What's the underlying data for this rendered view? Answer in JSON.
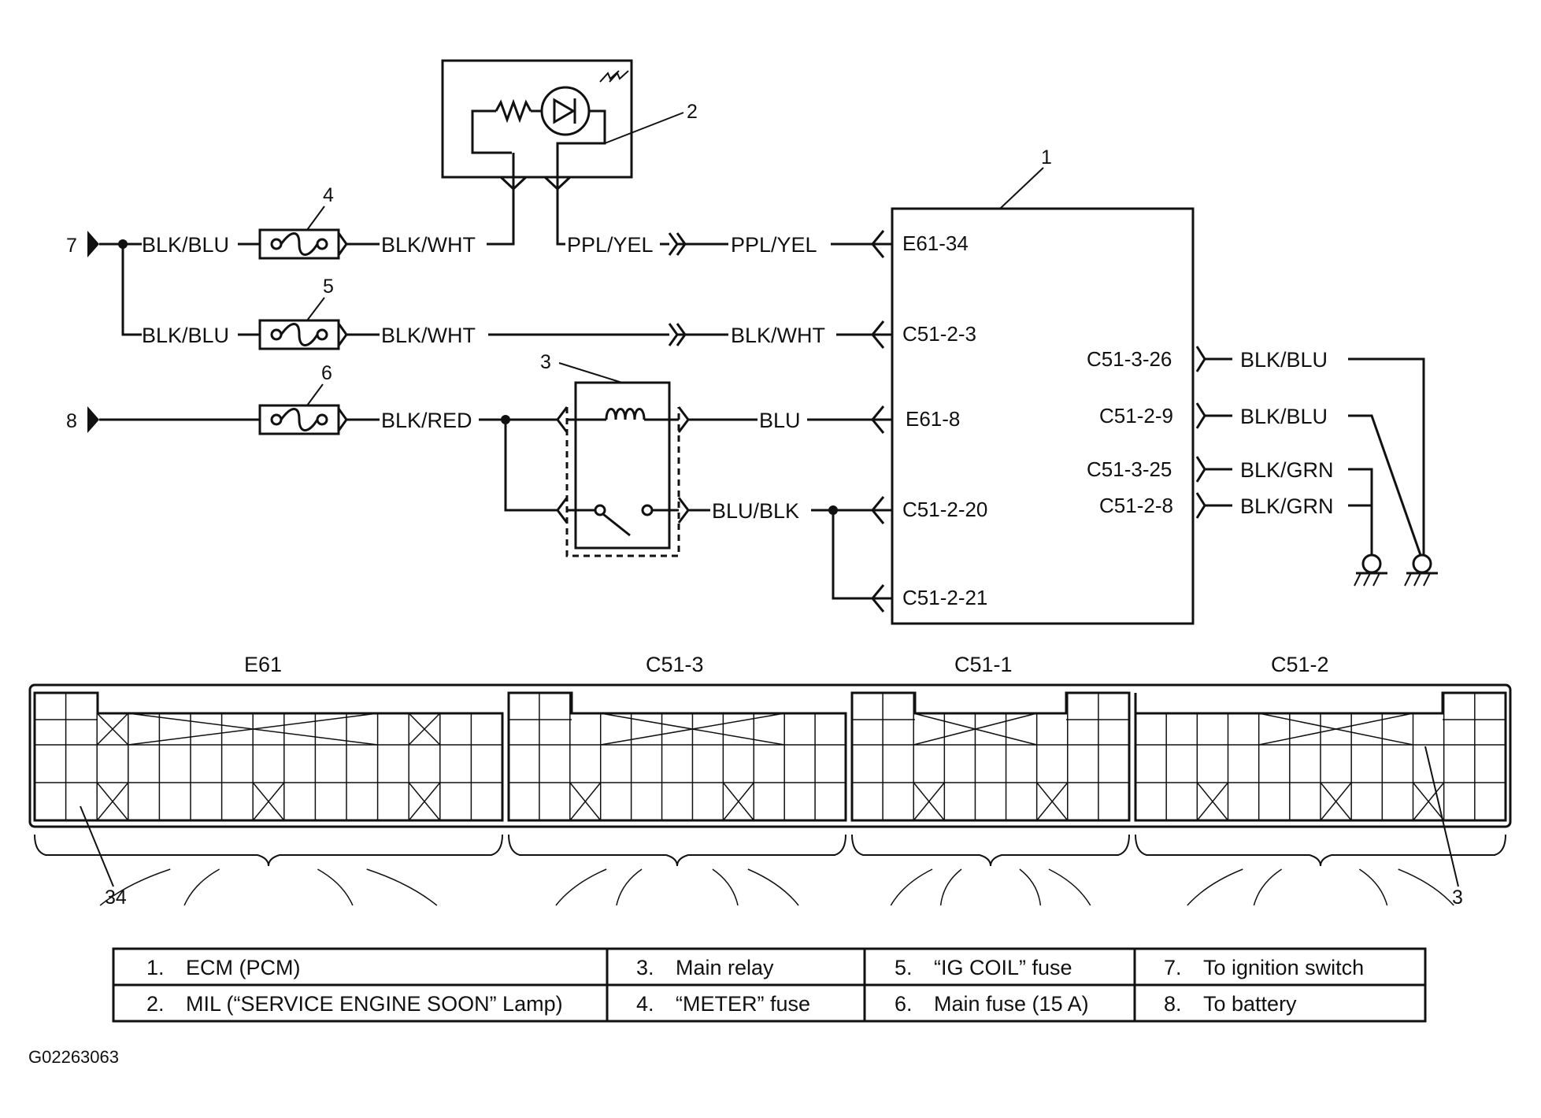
{
  "callouts": {
    "c1": "1",
    "c2": "2",
    "c3": "3",
    "c4": "4",
    "c5": "5",
    "c6": "6",
    "c7": "7",
    "c8": "8",
    "c34": "34",
    "c3b": "3"
  },
  "wires": {
    "blk_blu_top": "BLK/BLU",
    "blk_wht_top": "BLK/WHT",
    "ppl_yel_left": "PPL/YEL",
    "ppl_yel_right": "PPL/YEL",
    "blk_blu_mid": "BLK/BLU",
    "blk_wht_mid_left": "BLK/WHT",
    "blk_wht_mid_right": "BLK/WHT",
    "blk_red": "BLK/RED",
    "blu": "BLU",
    "blu_blk": "BLU/BLK",
    "r_blk_blu_1": "BLK/BLU",
    "r_blk_blu_2": "BLK/BLU",
    "r_blk_grn_1": "BLK/GRN",
    "r_blk_grn_2": "BLK/GRN"
  },
  "ecm_pins": {
    "e61_34": "E61-34",
    "c51_2_3": "C51-2-3",
    "e61_8": "E61-8",
    "c51_2_20": "C51-2-20",
    "c51_2_21": "C51-2-21",
    "c51_3_26": "C51-3-26",
    "c51_2_9": "C51-2-9",
    "c51_3_25": "C51-3-25",
    "c51_2_8": "C51-2-8"
  },
  "connectors": {
    "e61": "E61",
    "c51_3": "C51-3",
    "c51_1": "C51-1",
    "c51_2": "C51-2"
  },
  "legend": [
    [
      "1.",
      "ECM (PCM)"
    ],
    [
      "2.",
      "MIL (“SERVICE ENGINE SOON” Lamp)"
    ],
    [
      "3.",
      "Main relay"
    ],
    [
      "4.",
      "“METER” fuse"
    ],
    [
      "5.",
      "“IG COIL” fuse"
    ],
    [
      "6.",
      "Main fuse (15 A)"
    ],
    [
      "7.",
      "To ignition switch"
    ],
    [
      "8.",
      "To battery"
    ]
  ],
  "figure_code": "G02263063"
}
